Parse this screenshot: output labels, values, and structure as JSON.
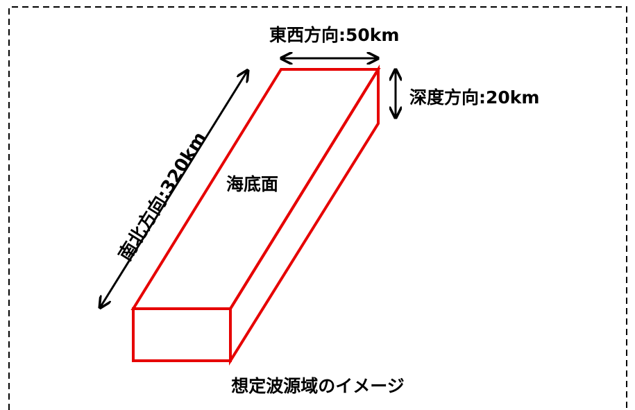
{
  "diagram": {
    "labels": {
      "east_west": "東西方向:50km",
      "depth": "深度方向:20km",
      "north_south": "南北方向:320km",
      "seafloor": "海底面",
      "caption": "想定波源域のイメージ"
    },
    "colors": {
      "box_outline": "#e60000",
      "arrows": "#000000",
      "frame": "#000000"
    }
  }
}
